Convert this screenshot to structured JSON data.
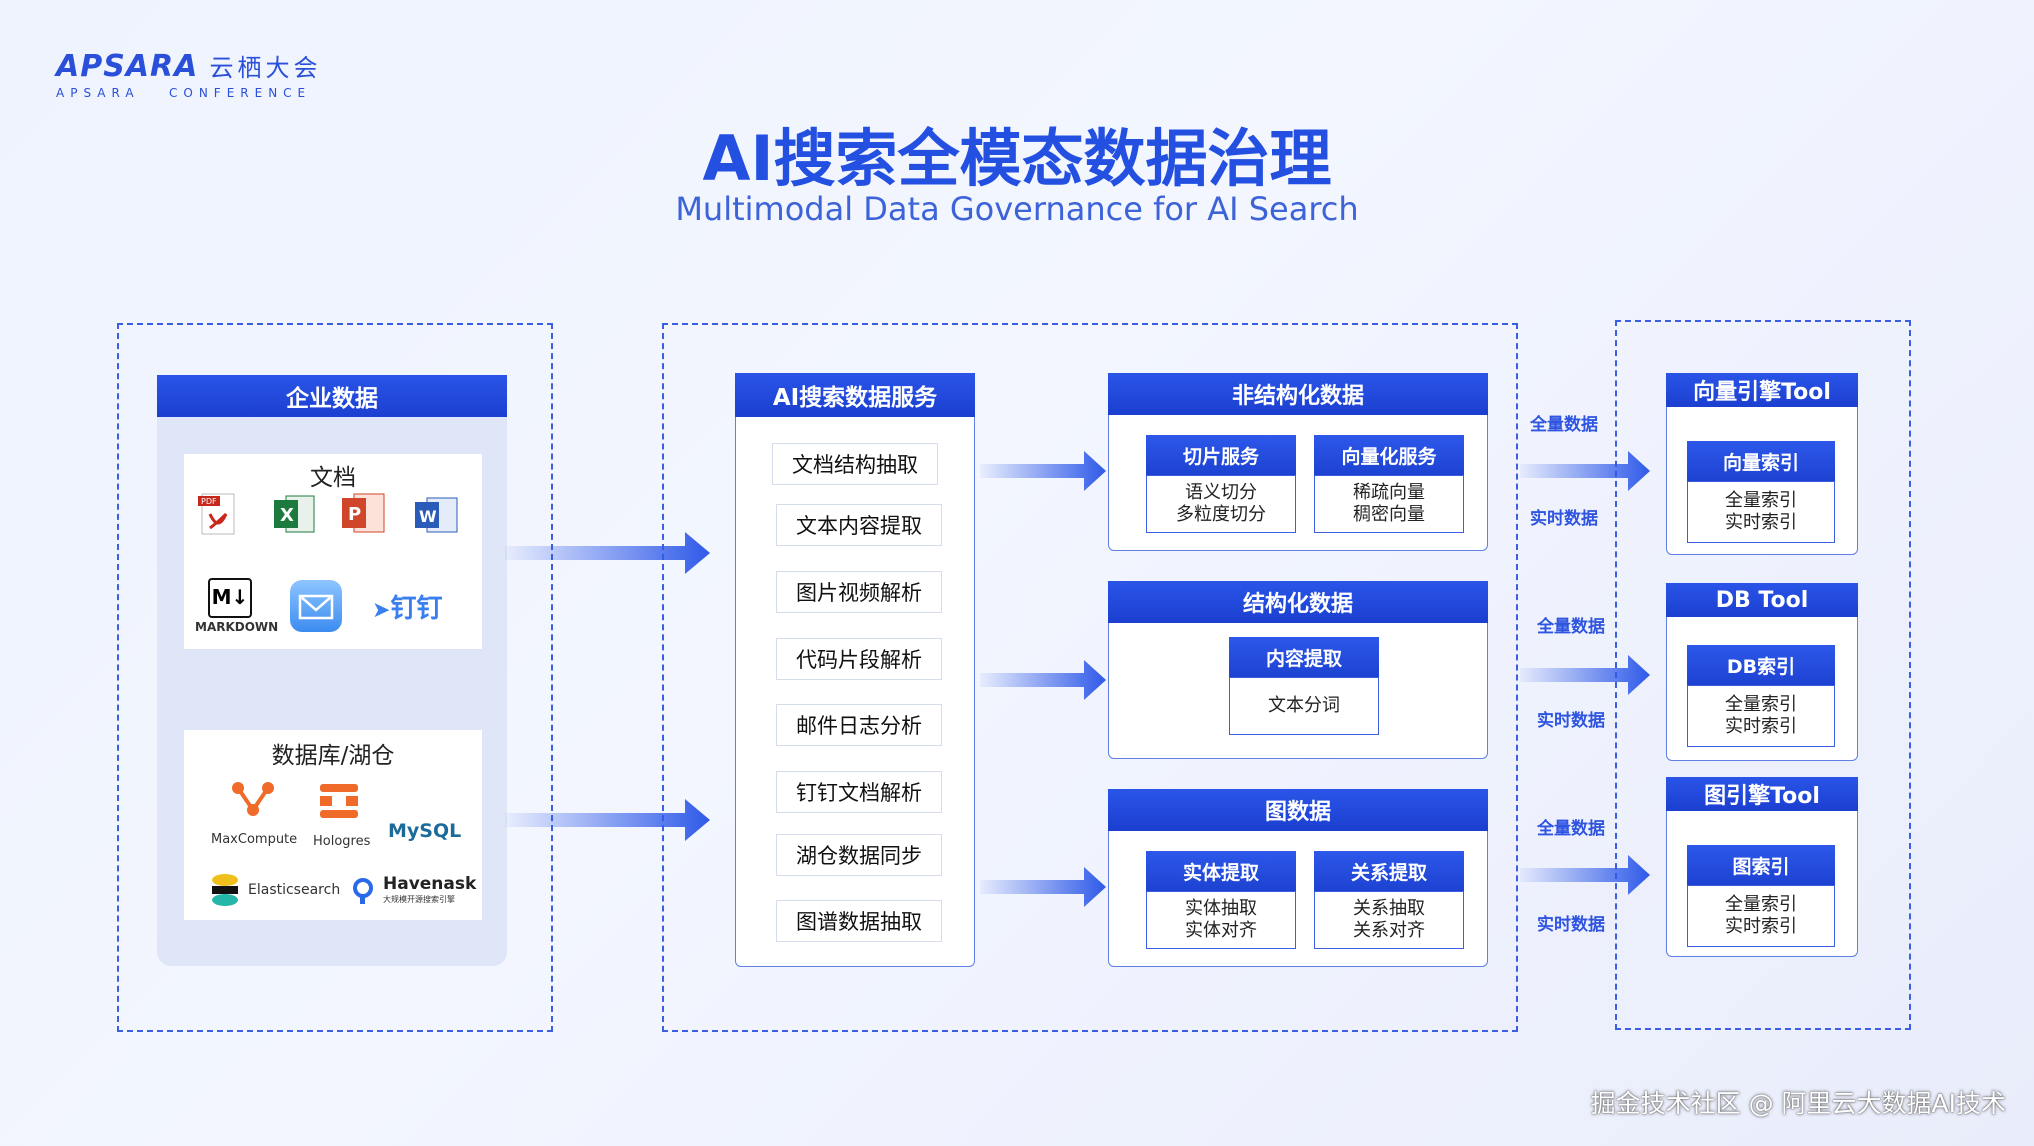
{
  "logo": {
    "brand": "APSARA",
    "cn": "云栖大会",
    "sub": "APSARA   CONFERENCE"
  },
  "title": "AI搜索全模态数据治理",
  "subtitle": "Multimodal Data Governance for AI Search",
  "enterprise": {
    "header": "企业数据",
    "docs_label": "文档",
    "docs_icons": {
      "markdown": "MARKDOWN",
      "dingtalk": "钉钉"
    },
    "db_label": "数据库/湖仓",
    "db_items": [
      "MaxCompute",
      "Hologres",
      "MySQL",
      "Elasticsearch",
      "Havenask"
    ],
    "havenask_sub": "大规模开源搜索引擎"
  },
  "service": {
    "header": "AI搜索数据服务",
    "items": [
      "文档结构抽取",
      "文本内容提取",
      "图片视频解析",
      "代码片段解析",
      "邮件日志分析",
      "钉钉文档解析",
      "湖仓数据同步",
      "图谱数据抽取"
    ]
  },
  "unstructured": {
    "header": "非结构化数据",
    "boxes": [
      {
        "title": "切片服务",
        "lines": [
          "语义切分",
          "多粒度切分"
        ]
      },
      {
        "title": "向量化服务",
        "lines": [
          "稀疏向量",
          "稠密向量"
        ]
      }
    ]
  },
  "structured": {
    "header": "结构化数据",
    "boxes": [
      {
        "title": "内容提取",
        "lines": [
          "文本分词"
        ]
      }
    ]
  },
  "graph": {
    "header": "图数据",
    "boxes": [
      {
        "title": "实体提取",
        "lines": [
          "实体抽取",
          "实体对齐"
        ]
      },
      {
        "title": "关系提取",
        "lines": [
          "关系抽取",
          "关系对齐"
        ]
      }
    ]
  },
  "flow_labels": {
    "full": "全量数据",
    "realtime": "实时数据"
  },
  "tools": [
    {
      "header": "向量引擎Tool",
      "title": "向量索引",
      "lines": [
        "全量索引",
        "实时索引"
      ]
    },
    {
      "header": "DB Tool",
      "title": "DB索引",
      "lines": [
        "全量索引",
        "实时索引"
      ]
    },
    {
      "header": "图引擎Tool",
      "title": "图索引",
      "lines": [
        "全量索引",
        "实时索引"
      ]
    }
  ],
  "watermark": "掘金技术社区 @ 阿里云大数据AI技术"
}
